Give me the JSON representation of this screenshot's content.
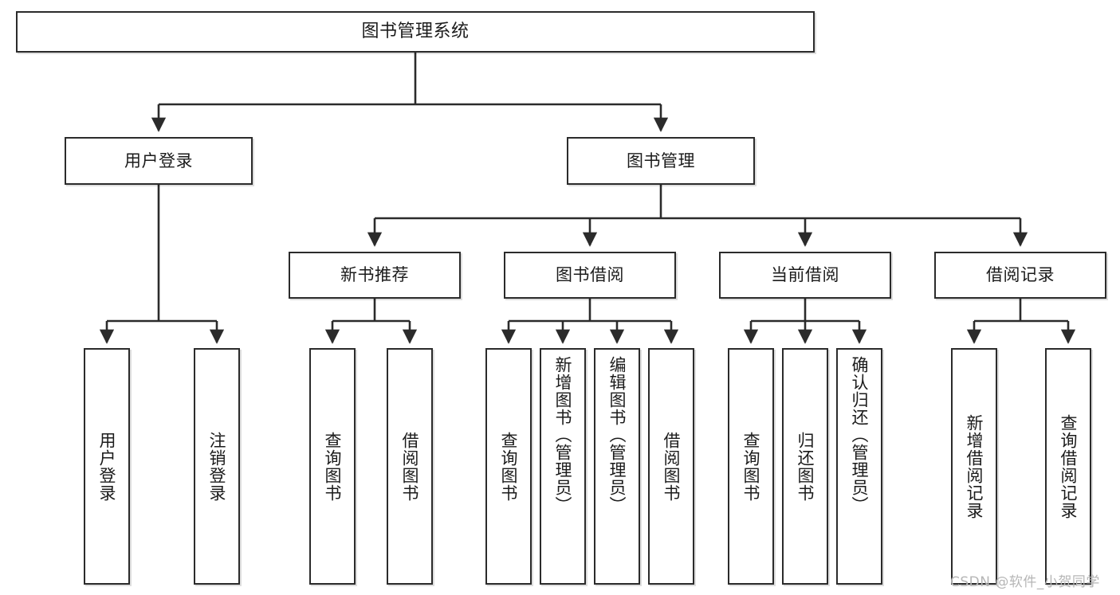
{
  "diagram": {
    "title": "图书管理系统",
    "type": "tree",
    "orientation": "top-down",
    "line_color": "#2b2b2b",
    "box_fill": "#ffffff",
    "text_color": "#1b1b1b",
    "watermark": "CSDN @软件_小贺同学"
  },
  "nodes": {
    "root": {
      "label": "图书管理系统"
    },
    "level2": [
      {
        "id": "user-login",
        "label": "用户登录"
      },
      {
        "id": "book-manage",
        "label": "图书管理"
      }
    ],
    "level3": [
      {
        "id": "new-book-rec",
        "label": "新书推荐"
      },
      {
        "id": "book-borrow",
        "label": "图书借阅"
      },
      {
        "id": "current-borrow",
        "label": "当前借阅"
      },
      {
        "id": "borrow-record",
        "label": "借阅记录"
      }
    ],
    "leaves": {
      "user-login": [
        {
          "id": "leaf-user-login",
          "label": "用户登录"
        },
        {
          "id": "leaf-logout",
          "label": "注销登录"
        }
      ],
      "new-book-rec": [
        {
          "id": "leaf-query-book-1",
          "label": "查询图书"
        },
        {
          "id": "leaf-borrow-book-1",
          "label": "借阅图书"
        }
      ],
      "book-borrow": [
        {
          "id": "leaf-query-book-2",
          "label": "查询图书"
        },
        {
          "id": "leaf-add-book",
          "label": "新增图书（管理员）"
        },
        {
          "id": "leaf-edit-book",
          "label": "编辑图书（管理员）"
        },
        {
          "id": "leaf-borrow-book-2",
          "label": "借阅图书"
        }
      ],
      "current-borrow": [
        {
          "id": "leaf-query-book-3",
          "label": "查询图书"
        },
        {
          "id": "leaf-return-book",
          "label": "归还图书"
        },
        {
          "id": "leaf-confirm-return",
          "label": "确认归还（管理员）"
        }
      ],
      "borrow-record": [
        {
          "id": "leaf-add-record",
          "label": "新增借阅记录"
        },
        {
          "id": "leaf-query-record",
          "label": "查询借阅记录"
        }
      ]
    }
  }
}
